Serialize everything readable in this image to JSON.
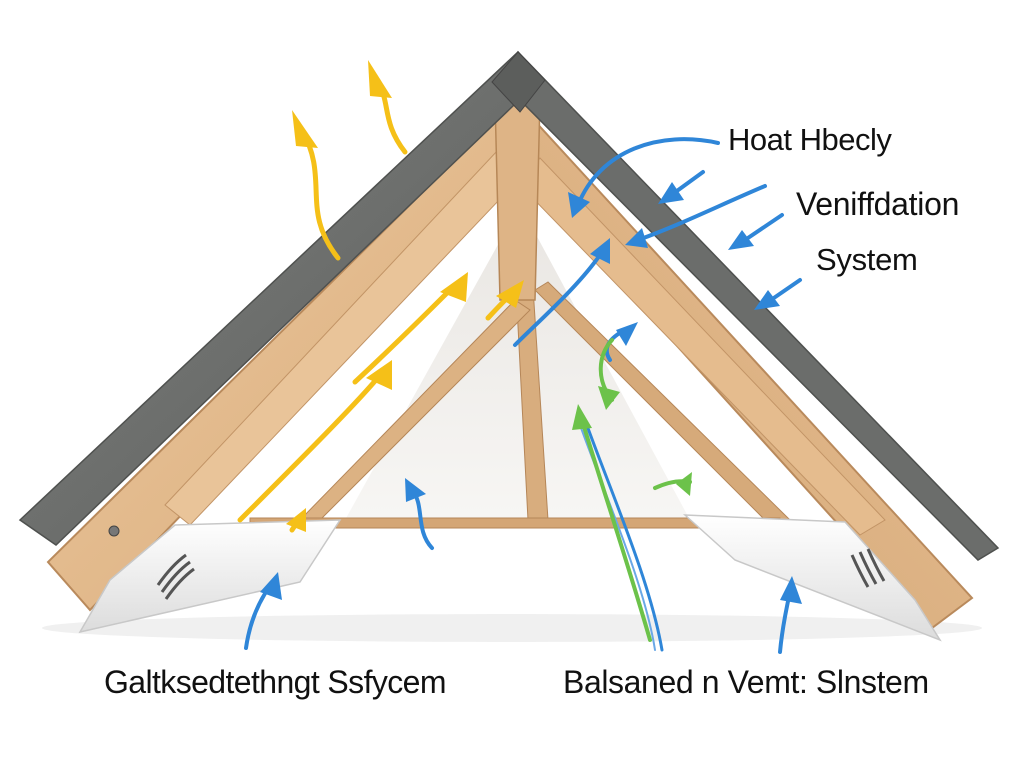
{
  "labels": {
    "heat": "Hoat Hbecly",
    "ventilation": "Veniffdation",
    "system": "System",
    "left_caption": "Galtksedtethngt Ssfycem",
    "right_caption": "Balsaned n Vemt: Slnstem"
  },
  "colors": {
    "hot_air_arrow": "#f5c018",
    "cool_air_arrow": "#2f86d8",
    "fresh_air_arrow": "#6cc24a",
    "shingle": "#6f716f",
    "rafter_wood": "#e2b98c",
    "rafter_edge": "#b98a5c",
    "attic_wall": "#f1eeea",
    "soffit_vent": "#f6f6f6",
    "background": "#ffffff"
  },
  "icons": [
    "hot-air-arrow-icon",
    "cool-air-arrow-icon",
    "fresh-air-arrow-icon",
    "soffit-vent-icon"
  ]
}
